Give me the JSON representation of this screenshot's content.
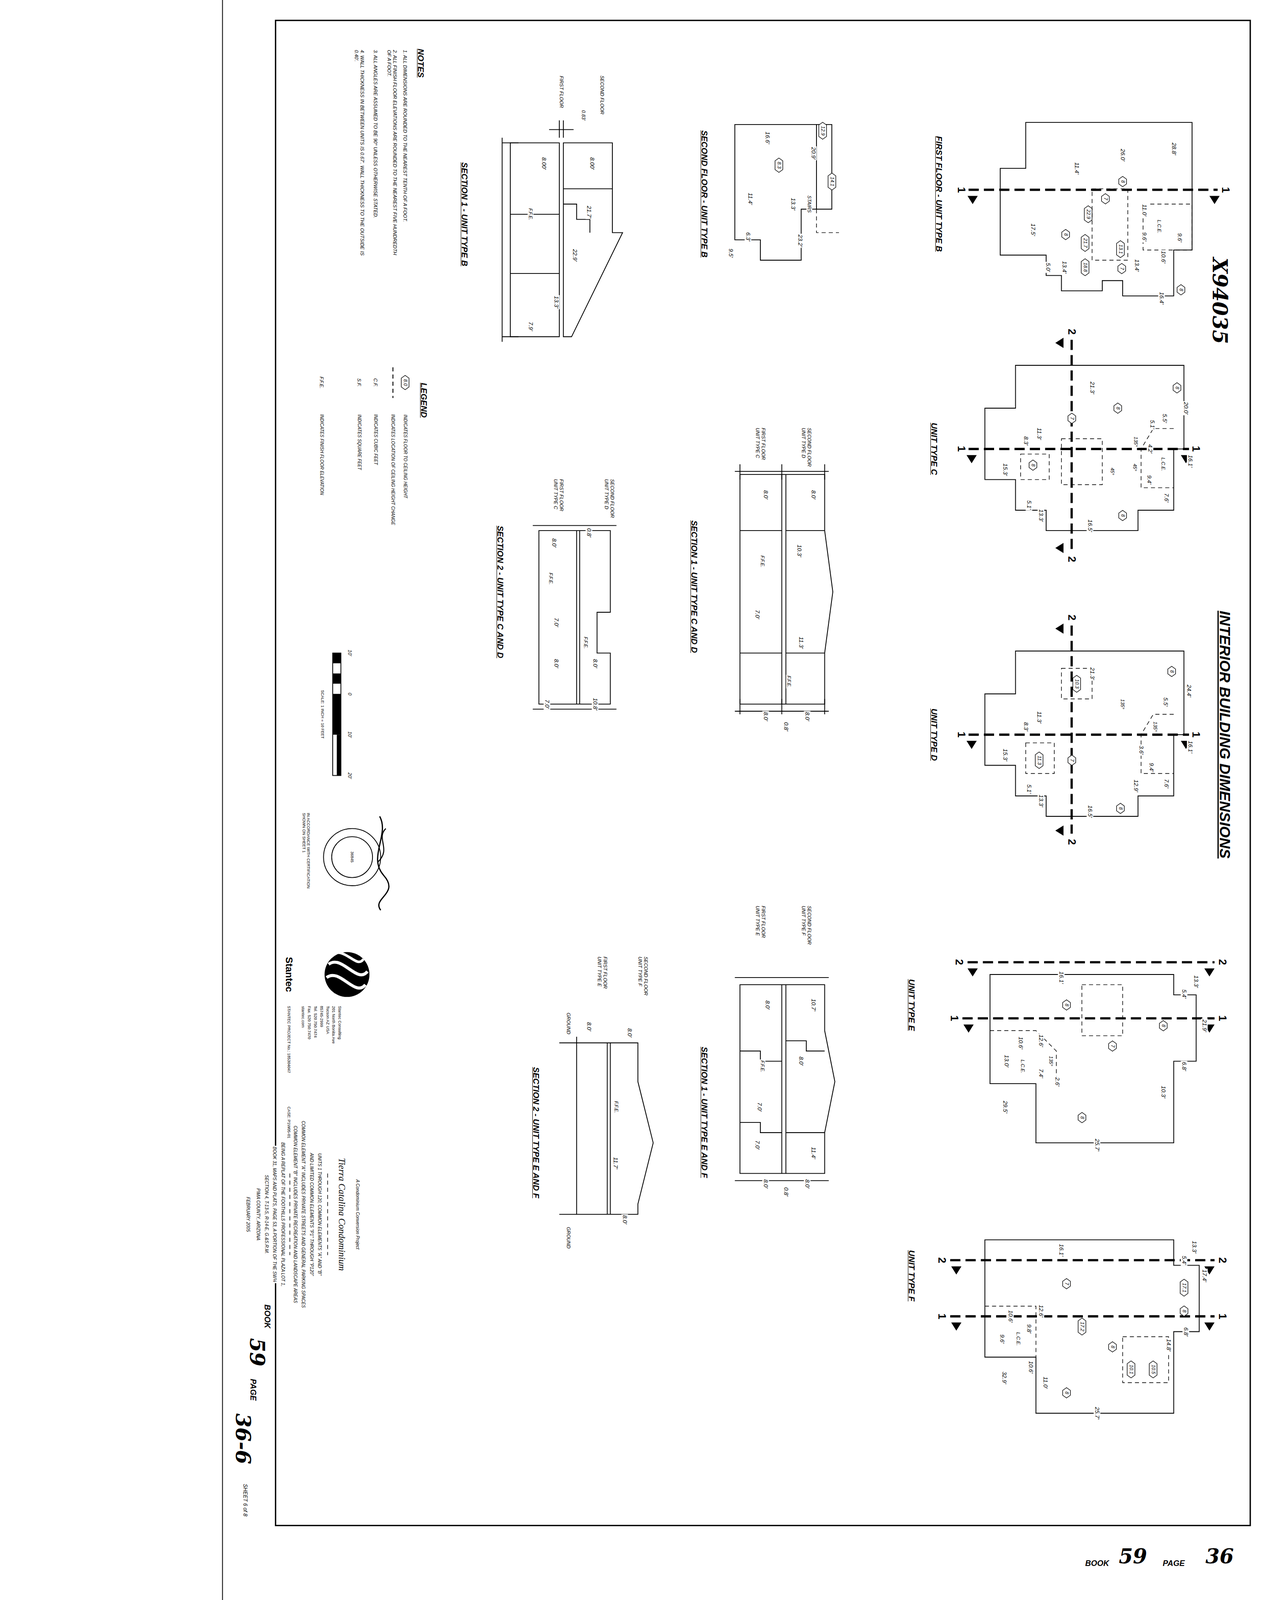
{
  "diagram": {
    "title": "INTERIOR BUILDING DIMENSIONS",
    "nodes": [
      {
        "text": [
          "8.0"
        ]
      },
      {
        "text": [
          "8"
        ]
      },
      {
        "text": [
          "7"
        ]
      },
      {
        "text": [
          "22.9"
        ]
      },
      {
        "text": [
          "13.1"
        ]
      },
      {
        "text": [
          "7"
        ]
      },
      {
        "text": [
          "8"
        ]
      },
      {
        "text": [
          "21.7"
        ]
      },
      {
        "text": [
          "18.8"
        ]
      },
      {
        "text": [
          "8"
        ]
      },
      {
        "text": [
          "12.9"
        ]
      },
      {
        "text": [
          "14.1"
        ]
      },
      {
        "text": [
          "8.3"
        ]
      },
      {
        "text": [
          "8"
        ]
      },
      {
        "text": [
          "7"
        ]
      },
      {
        "text": [
          "8"
        ]
      },
      {
        "text": [
          "8"
        ]
      },
      {
        "text": [
          "8"
        ]
      },
      {
        "text": [
          "8"
        ]
      },
      {
        "text": [
          "10.3"
        ]
      },
      {
        "text": [
          "7"
        ]
      },
      {
        "text": [
          "11.3"
        ]
      },
      {
        "text": [
          "8"
        ]
      },
      {
        "text": [
          "8"
        ]
      },
      {
        "text": [
          "7"
        ]
      },
      {
        "text": [
          "8"
        ]
      },
      {
        "text": [
          "8"
        ]
      },
      {
        "text": [
          "17.1"
        ]
      },
      {
        "text": [
          "8"
        ]
      },
      {
        "text": [
          "10.5"
        ]
      },
      {
        "text": [
          "10.1"
        ]
      },
      {
        "text": [
          "7"
        ]
      },
      {
        "text": [
          "8"
        ]
      },
      {
        "text": [
          "17.2"
        ]
      },
      {
        "text": [
          "8"
        ]
      }
    ],
    "labels": [
      "X94035",
      "FIRST FLOOR - UNIT TYPE B",
      "1",
      "1",
      "28.8'",
      "9.6'",
      "L.C.E.",
      "10.6'",
      "11.0'",
      "9.6'",
      "13.4'",
      "16.4'",
      "26.0'",
      "11.4'",
      "13.4'",
      "5.0'",
      "17.5'",
      "SECOND FLOOR - UNIT TYPE B",
      "20.9'",
      "STAIRS",
      "13.3'",
      "23.2'",
      "16.6'",
      "11.4'",
      "6.3'",
      "9.5'",
      "SECOND FLOOR",
      "0.83'",
      "FIRST FLOOR",
      "8.00'",
      "8.00'",
      "21.7'",
      "22.9'",
      "F.F.E.",
      "13.3'",
      "7.9'",
      "SECTION 1 - UNIT TYPE B",
      "SECOND FLOOR UNIT TYPE D",
      "FIRST FLOOR UNIT TYPE C",
      "8.0'",
      "8.0'",
      "10.3'",
      "F.F.E.",
      "7.0'",
      "11.3'",
      "F.F.E.",
      "8.0'",
      "8.0'",
      "0.8'",
      "SECTION 1 - UNIT TYPE C AND D",
      "SECOND FLOOR UNIT TYPE D",
      "0.8'",
      "FIRST FLOOR UNIT TYPE C",
      "8.0'",
      "F.F.E.",
      "7.0'",
      "F.F.E.",
      "8.0'",
      "8.0'",
      "10.8'",
      "7.0'",
      "SECTION 2 - UNIT TYPE C AND D",
      "SECOND FLOOR UNIT TYPE F",
      "FIRST FLOOR UNIT TYPE E",
      "10.7'",
      "8.0'",
      "8.0'",
      "F.F.E.",
      "7.0'",
      "11.4'",
      "7.0'",
      "8.0'",
      "8.0'",
      "0.8'",
      "SECTION 1 - UNIT TYPE E AND F",
      "SECOND FLOOR UNIT TYPE F",
      "FIRST FLOOR UNIT TYPE E",
      "GROUND",
      "8.0'",
      "8.0'",
      "F.F.E.",
      "11.7'",
      "8.0'",
      "GROUND",
      "SECTION 2 - UNIT TYPE E AND F",
      "2",
      "2",
      "1",
      "1",
      "20.0'",
      "16.1'",
      "L.C.E.",
      "7.6'",
      "5.5'",
      "5.1'",
      "4.2'",
      "135°",
      "45°",
      "9.4'",
      "45°",
      "21.3'",
      "16.5'",
      "11.3'",
      "8.3'",
      "13.3'",
      "5.1'",
      "15.3'",
      "UNIT TYPE C",
      "2",
      "2",
      "1",
      "1",
      "24.4'",
      "16.1'",
      "5.5'",
      "135°",
      "3.6'",
      "7.6'",
      "9.4'",
      "12.9'",
      "135°",
      "21.3'",
      "16.5'",
      "11.3'",
      "8.3'",
      "13.3'",
      "5.1'",
      "15.3'",
      "UNIT TYPE D",
      "2",
      "2",
      "1",
      "1",
      "13.3'",
      "5.4'",
      "21.9'",
      "6.8'",
      "10.3'",
      "16.1'",
      "12.6'",
      "135°",
      "7.4'",
      "2.6'",
      "10.6'",
      "L.C.E.",
      "13.0'",
      "29.5'",
      "25.7'",
      "UNIT TYPE E",
      "2",
      "2",
      "1",
      "1",
      "17.4'",
      "13.3'",
      "5.4'",
      "6.8'",
      "14.8'",
      "16.1'",
      "12.6'",
      "9.8'",
      "10.6'",
      "L.C.E.",
      "10.6'",
      "11.0'",
      "9.6'",
      "32.9'",
      "25.7'",
      "UNIT TYPE F",
      "NOTES",
      "1. ALL DIMENSIONS ARE ROUNDED TO THE NEAREST TENTH OF A FOOT.",
      "2. ALL FINISH FLOOR ELEVATIONS ARE ROUNDED TO THE NEAREST FIVE HUNDREDTH OF A FOOT.",
      "3. ALL ANGLES ARE ASSUMED TO BE 90° UNLESS OTHERWISE STATED.",
      "4. WALL THICKNESS IN BETWEEN UNITS IS 0.67'. WALL THICKNESS TO THE OUTSIDE IS 0.40'.",
      "LEGEND",
      "C.F.",
      "S.F.",
      "F.F.E.",
      "10'",
      "0",
      "10'",
      "20'",
      "SCALE: 1 INCH = 10 FEET",
      "36845",
      "IN ACCORDANCE WITH CERTIFICATION SHOWN ON SHEET 1",
      "Stantec",
      "Stantec Consulting",
      "201 North Bonita Ave",
      "Tucson AZ USA",
      "85745-2999",
      "Tel. 520.750.7474",
      "Fax. 520.750.7470",
      "stantec.com",
      "STANTEC PROJECT No.: 185304047",
      "CASE: P1W05-01",
      "A Condominium Conversion Project",
      "Tierra Catalina Condominium",
      "UNITS 1 THROUGH 120, COMMON ELEMENTS \"A\" AND \"B\"",
      "AND LIMITED COMMON ELEMENTS \"P1\" THROUGH \"P120\"",
      "COMMON ELEMENT \"A\" INCLUDES PRIVATE STREETS AND GENERAL PARKING SPACES",
      "COMMON ELEMENT \"B\" INCLUDES PRIVATE RECREATION AND LANDSCAPE AREAS",
      "BEING A REPLAT OF THE FOOTHILLS PROFESSIONAL PLAZA LOT 1,",
      "BOOK 31, MAPS AND PLATS, PAGE 53, A PORTION OF THE SW¼",
      "SECTION 4, T-13-S, R-14-E, G.&S.R.M.",
      "PIMA COUNTY, ARIZONA",
      "FEBRUARY 2005",
      "SHEET 6 of 8",
      "BOOK",
      "59",
      "PAGE",
      "36-6",
      "BOOK",
      "59",
      "PAGE",
      "36"
    ],
    "legend": [
      {
        "text": "INDICATES FLOOR TO CEILING HEIGHT"
      },
      {
        "text": "INDICATES LOCATION OF CEILING HEIGHT CHANGE"
      },
      {
        "text": "INDICATES CUBIC FEET"
      },
      {
        "text": "INDICATES SQUARE FEET"
      },
      {
        "text": "INDICATES FINISH FLOOR ELEVATION"
      }
    ]
  }
}
